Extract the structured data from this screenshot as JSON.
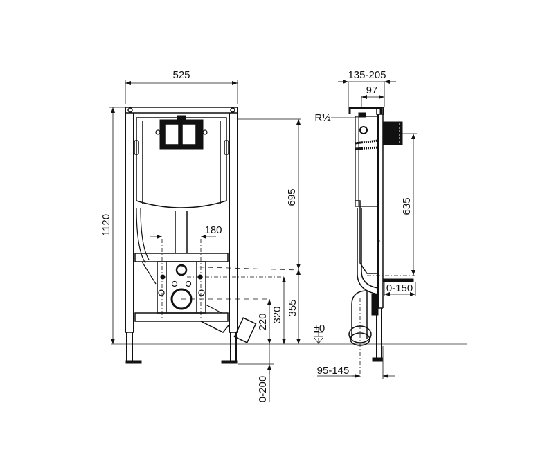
{
  "drawing": {
    "title": "Wall-hung WC installation frame – dimensional drawing",
    "front_view": {
      "width_label": "525",
      "height_label": "1120",
      "cistern_to_floor_label": "695",
      "bolt_spacing_label": "180",
      "h355_label": "355",
      "h320_label": "320",
      "h220_label": "220",
      "leg_adjust_label": "0-200"
    },
    "side_view": {
      "depth_range_label": "135-205",
      "depth_label": "97",
      "inlet_label": "R½",
      "h635_label": "635",
      "offset_label": "0-150",
      "floor_level_label": "±0",
      "outlet_offset_label": "95-145"
    },
    "colors": {
      "line": "#111111",
      "floor_line": "#999999",
      "background": "#ffffff"
    }
  }
}
